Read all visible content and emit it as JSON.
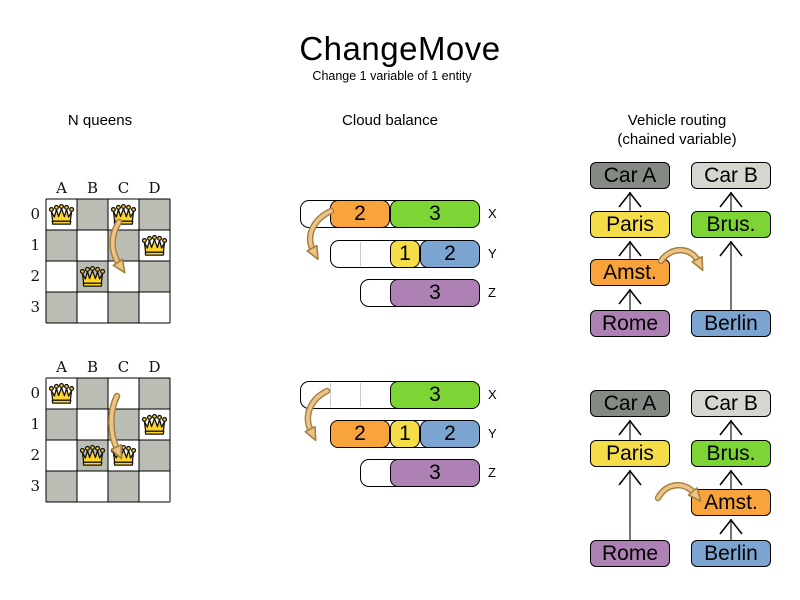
{
  "page": {
    "title": "ChangeMove",
    "subtitle": "Change 1 variable of 1 entity"
  },
  "sections": {
    "nqueens_label": "N queens",
    "cloud_label": "Cloud balance",
    "vehicle_label": "Vehicle routing",
    "vehicle_sublabel": "(chained variable)"
  },
  "colors": {
    "board_gray": "#b9bdb4",
    "crown_gold": "#ffd42a",
    "orange": "#f9a33c",
    "green": "#7dd535",
    "yellow": "#f4dd48",
    "blue": "#7ba4d0",
    "purple": "#ae81b5",
    "car_dark": "#848983",
    "car_light": "#d3d7cf",
    "arrow_fill": "#ecc488",
    "arrow_stroke": "#a5803f",
    "link_line": "#666666"
  },
  "nqueens": {
    "col_labels": [
      "A",
      "B",
      "C",
      "D"
    ],
    "row_labels": [
      "0",
      "1",
      "2",
      "3"
    ],
    "boards": [
      {
        "name": "before",
        "queens": [
          {
            "col": "A",
            "row": "0"
          },
          {
            "col": "C",
            "row": "0"
          },
          {
            "col": "D",
            "row": "1"
          },
          {
            "col": "B",
            "row": "2"
          }
        ]
      },
      {
        "name": "after",
        "queens": [
          {
            "col": "A",
            "row": "0"
          },
          {
            "col": "D",
            "row": "1"
          },
          {
            "col": "B",
            "row": "2"
          },
          {
            "col": "C",
            "row": "2"
          }
        ]
      }
    ],
    "move": {
      "from": "C0",
      "to": "C2"
    }
  },
  "cloud": {
    "states": [
      {
        "name": "before",
        "rows": [
          {
            "label": "X",
            "capacity": 6,
            "processes": [
              {
                "value": 2,
                "color": "orange"
              },
              {
                "value": 3,
                "color": "green"
              }
            ]
          },
          {
            "label": "Y",
            "capacity": 5,
            "processes": [
              {
                "value": 1,
                "color": "yellow"
              },
              {
                "value": 2,
                "color": "blue"
              }
            ]
          },
          {
            "label": "Z",
            "capacity": 4,
            "processes": [
              {
                "value": 3,
                "color": "purple"
              }
            ]
          }
        ]
      },
      {
        "name": "after",
        "rows": [
          {
            "label": "X",
            "capacity": 6,
            "processes": [
              {
                "value": 3,
                "color": "green"
              }
            ]
          },
          {
            "label": "Y",
            "capacity": 5,
            "processes": [
              {
                "value": 2,
                "color": "orange"
              },
              {
                "value": 1,
                "color": "yellow"
              },
              {
                "value": 2,
                "color": "blue"
              }
            ]
          },
          {
            "label": "Z",
            "capacity": 4,
            "processes": [
              {
                "value": 3,
                "color": "purple"
              }
            ]
          }
        ]
      }
    ],
    "move": {
      "process": "2",
      "from": "X",
      "to": "Y"
    }
  },
  "vehicle": {
    "states": [
      {
        "name": "before",
        "columns": [
          {
            "nodes": [
              {
                "label": "Car A",
                "color": "car_dark",
                "row": 0
              },
              {
                "label": "Paris",
                "color": "yellow",
                "row": 1
              },
              {
                "label": "Amst.",
                "color": "orange",
                "row": 2
              },
              {
                "label": "Rome",
                "color": "purple",
                "row": 3
              }
            ],
            "links": [
              [
                1,
                0
              ],
              [
                2,
                1
              ],
              [
                3,
                2
              ]
            ]
          },
          {
            "nodes": [
              {
                "label": "Car B",
                "color": "car_light",
                "row": 0
              },
              {
                "label": "Brus.",
                "color": "green",
                "row": 1
              },
              {
                "label": "Berlin",
                "color": "blue",
                "row": 3
              }
            ],
            "links": [
              [
                1,
                0
              ],
              [
                2,
                1
              ]
            ]
          }
        ]
      },
      {
        "name": "after",
        "columns": [
          {
            "nodes": [
              {
                "label": "Car A",
                "color": "car_dark",
                "row": 0
              },
              {
                "label": "Paris",
                "color": "yellow",
                "row": 1
              },
              {
                "label": "Rome",
                "color": "purple",
                "row": 3
              }
            ],
            "links": [
              [
                1,
                0
              ],
              [
                2,
                1
              ]
            ]
          },
          {
            "nodes": [
              {
                "label": "Car B",
                "color": "car_light",
                "row": 0
              },
              {
                "label": "Brus.",
                "color": "green",
                "row": 1
              },
              {
                "label": "Amst.",
                "color": "orange",
                "row": 2
              },
              {
                "label": "Berlin",
                "color": "blue",
                "row": 3
              }
            ],
            "links": [
              [
                1,
                0
              ],
              [
                2,
                1
              ],
              [
                3,
                2
              ]
            ]
          }
        ]
      }
    ],
    "move": {
      "entity": "Amst.",
      "from": "Car A chain",
      "to": "Car B chain"
    }
  }
}
